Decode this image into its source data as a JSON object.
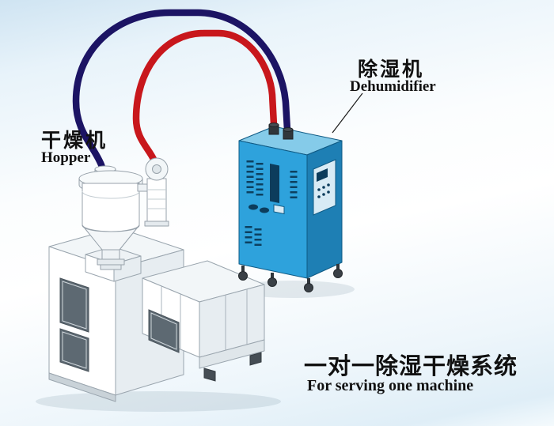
{
  "labels": {
    "dehumidifier_zh": "除湿机",
    "dehumidifier_en": "Dehumidifier",
    "hopper_zh": "干燥机",
    "hopper_en": "Hopper",
    "caption_zh": "一对一除湿干燥系统",
    "caption_en": "For serving one machine"
  },
  "colors": {
    "pipe_red": "#c8171c",
    "pipe_navy": "#1c1464",
    "cabinet_front": "#2ea2dc",
    "cabinet_side": "#1e7fb4",
    "cabinet_top": "#85cbe9",
    "label_text": "#111111"
  }
}
